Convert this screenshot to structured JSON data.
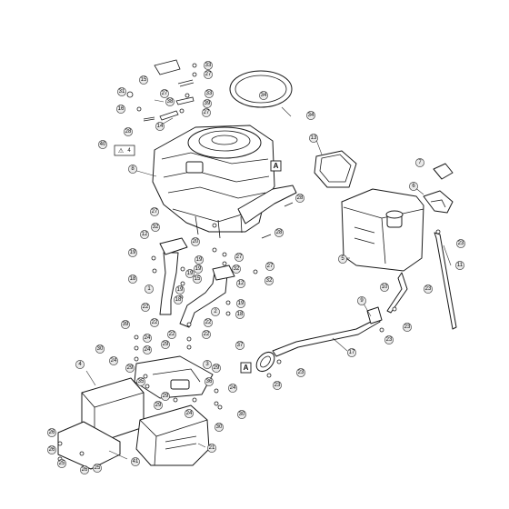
{
  "diagram": {
    "callouts": [
      "1",
      "2",
      "3",
      "4",
      "5",
      "6",
      "7",
      "8",
      "9",
      "10",
      "11",
      "12",
      "13",
      "14",
      "15",
      "16",
      "17",
      "18",
      "19",
      "20",
      "21",
      "22",
      "23",
      "24",
      "25",
      "26",
      "27",
      "28",
      "29",
      "30",
      "31",
      "32",
      "33",
      "34",
      "35",
      "36",
      "37",
      "38",
      "39",
      "40",
      "41"
    ],
    "view_markers": [
      "A",
      "A"
    ],
    "warning_symbol": "⚠",
    "warning_label": "4"
  },
  "colors": {
    "line": "#1a1a1a",
    "bubble_fill": "#e9e9e9"
  }
}
